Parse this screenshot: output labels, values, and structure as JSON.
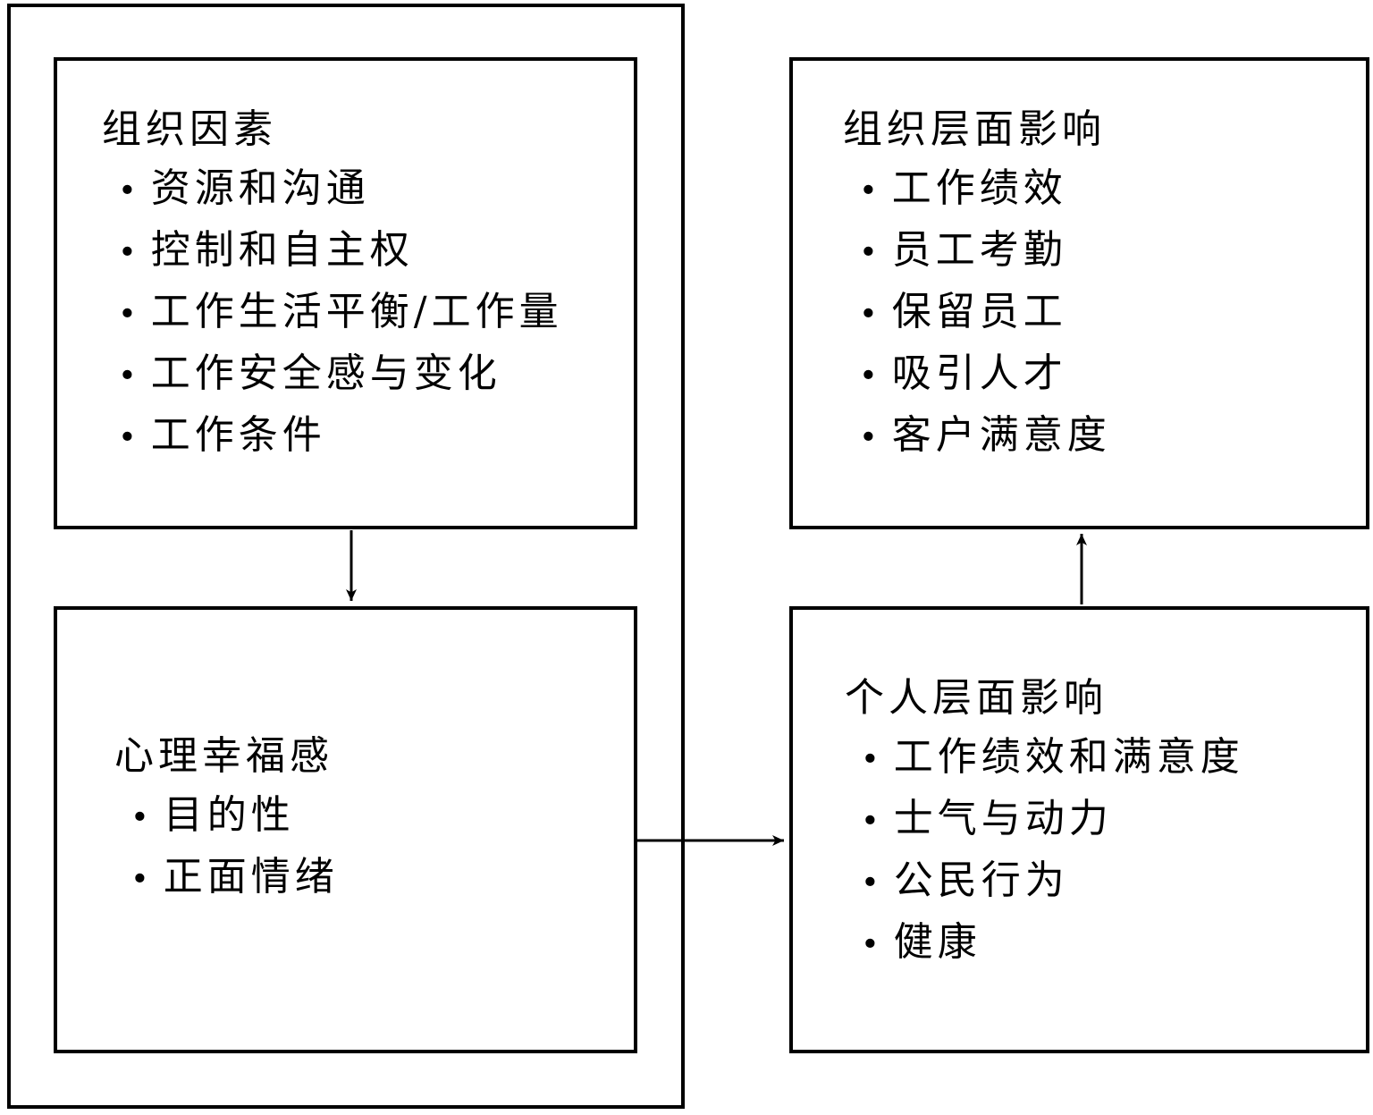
{
  "bullet": "•",
  "colors": {
    "line": "#000000",
    "background": "#ffffff",
    "text": "#000000"
  },
  "boxes": {
    "organizational_factors": {
      "title": "组织因素",
      "items": [
        "资源和沟通",
        "控制和自主权",
        "工作生活平衡/工作量",
        "工作安全感与变化",
        "工作条件"
      ]
    },
    "org_level_impacts": {
      "title": "组织层面影响",
      "items": [
        "工作绩效",
        "员工考勤",
        "保留员工",
        "吸引人才",
        "客户满意度"
      ]
    },
    "psychological_wellbeing": {
      "title": "心理幸福感",
      "items": [
        "目的性",
        "正面情绪"
      ]
    },
    "individual_level_impacts": {
      "title": "个人层面影响",
      "items": [
        "工作绩效和满意度",
        "士气与动力",
        "公民行为",
        "健康"
      ]
    }
  },
  "connections": [
    {
      "from": "organizational_factors",
      "to": "psychological_wellbeing",
      "direction": "down"
    },
    {
      "from": "psychological_wellbeing",
      "to": "individual_level_impacts",
      "direction": "right"
    },
    {
      "from": "individual_level_impacts",
      "to": "org_level_impacts",
      "direction": "up"
    }
  ]
}
